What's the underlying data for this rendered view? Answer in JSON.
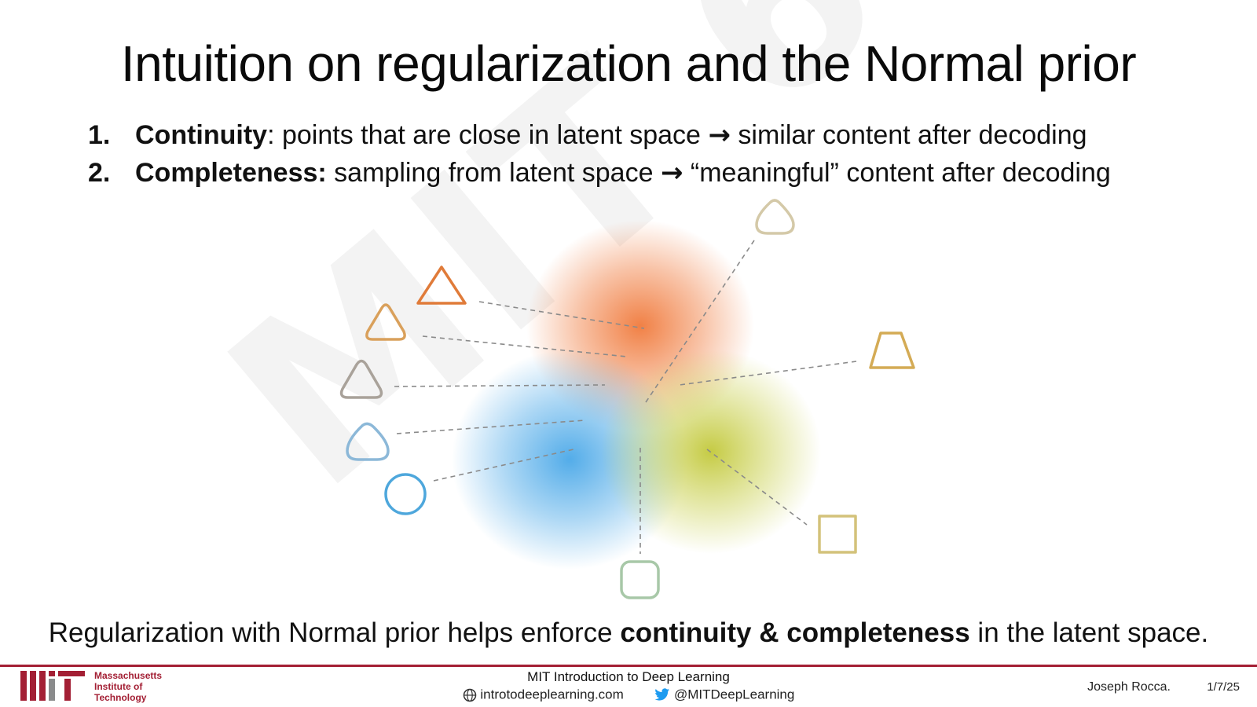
{
  "watermark": "MIT 6.S191",
  "title": "Intuition on regularization and the Normal prior",
  "points": [
    {
      "number": "1.",
      "term": "Continuity",
      "separator": ":",
      "before_arrow": " points that are close in latent space",
      "after_arrow": "similar content after decoding"
    },
    {
      "number": "2.",
      "term": "Completeness:",
      "separator": "",
      "before_arrow": " sampling from latent space",
      "after_arrow": "“meaningful” content after decoding"
    }
  ],
  "arrow_glyph": "→",
  "conclusion": {
    "before": "Regularization with Normal prior helps enforce ",
    "bold": "continuity & completeness",
    "after": " in the latent space."
  },
  "diagram": {
    "blob_colors": {
      "orange": "#f07a3c",
      "blue": "#4aa8e8",
      "green": "#c8cf4a"
    },
    "shape_colors": {
      "orange": "#e07b39",
      "tan": "#d9a05b",
      "gray": "#a9a29a",
      "lightblue": "#8cb8d8",
      "blue": "#4ea7dc",
      "gold": "#d4ab55",
      "khaki": "#d3c27a",
      "sage": "#a8c8a8",
      "beige": "#d4c9a8"
    }
  },
  "footer": {
    "mit_name": [
      "Massachusetts",
      "Institute of",
      "Technology"
    ],
    "course": "MIT Introduction to Deep Learning",
    "website": "introtodeeplearning.com",
    "twitter": "@MITDeepLearning",
    "credit": "Joseph Rocca.",
    "page": "1/7/25",
    "accent_color": "#a31f34"
  }
}
